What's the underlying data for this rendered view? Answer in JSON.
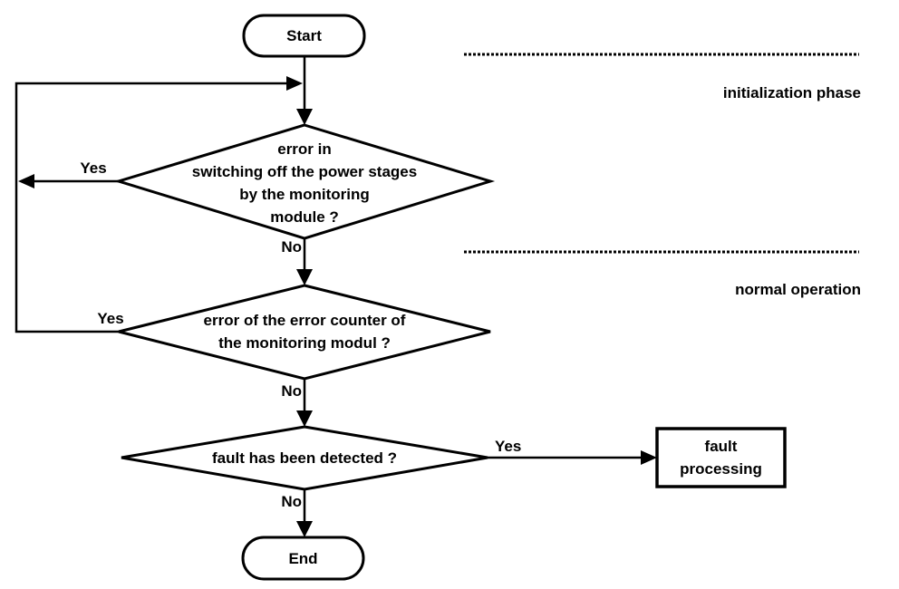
{
  "canvas": {
    "background_color": "#ffffff",
    "line_color": "#000000"
  },
  "nodes": {
    "start": {
      "label": "Start",
      "shape": "stadium"
    },
    "decision1": {
      "shape": "diamond",
      "lines": [
        "error in",
        "switching off the power stages",
        "by the monitoring",
        "module ?"
      ]
    },
    "decision2": {
      "shape": "diamond",
      "lines": [
        "error of the error counter of",
        "the monitoring modul ?"
      ]
    },
    "decision3": {
      "shape": "diamond",
      "lines": [
        "fault has been detected ?"
      ]
    },
    "fault_processing": {
      "shape": "rect",
      "lines": [
        "fault",
        "processing"
      ]
    },
    "end": {
      "label": "End",
      "shape": "stadium"
    }
  },
  "edge_labels": {
    "decision1_yes": "Yes",
    "decision1_no": "No",
    "decision2_yes": "Yes",
    "decision2_no": "No",
    "decision3_yes": "Yes",
    "decision3_no": "No"
  },
  "phases": {
    "phase1": "initialization phase",
    "phase2": "normal operation"
  }
}
